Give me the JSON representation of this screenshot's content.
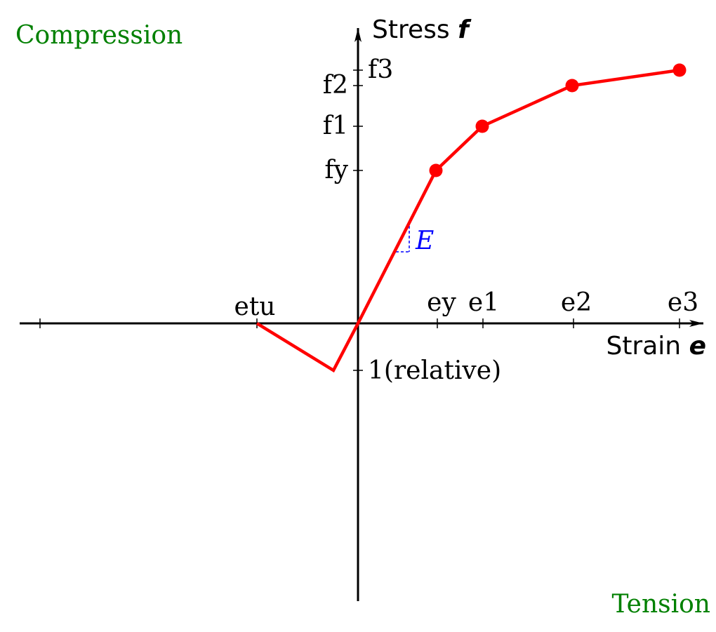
{
  "regions": {
    "top_left": "Compression",
    "bottom_right": "Tension"
  },
  "axes": {
    "y_title": "Stress",
    "y_symbol": "f",
    "x_title": "Strain",
    "x_symbol": "e"
  },
  "y_ticks": {
    "f3": "f3",
    "f2": "f2",
    "f1": "f1",
    "fy": "fy",
    "neg": "1(relative)"
  },
  "x_ticks": {
    "etu": "etu",
    "ey": "ey",
    "e1": "e1",
    "e2": "e2",
    "e3": "e3"
  },
  "slope_label": "E",
  "colors": {
    "curve": "#ff0000",
    "region": "#008000",
    "slope": "#0000ff",
    "axis": "#000000"
  },
  "chart_data": {
    "type": "line",
    "series": [
      {
        "points": [
          [
            "etu",
            0
          ],
          [
            -0.25,
            -1
          ],
          [
            0,
            0
          ],
          [
            "ey",
            "fy"
          ],
          [
            "e1",
            "f1"
          ],
          [
            "e2",
            "f2"
          ],
          [
            "e3",
            "f3"
          ]
        ],
        "markers": [
          "ey",
          "e1",
          "e2",
          "e3"
        ]
      }
    ]
  }
}
